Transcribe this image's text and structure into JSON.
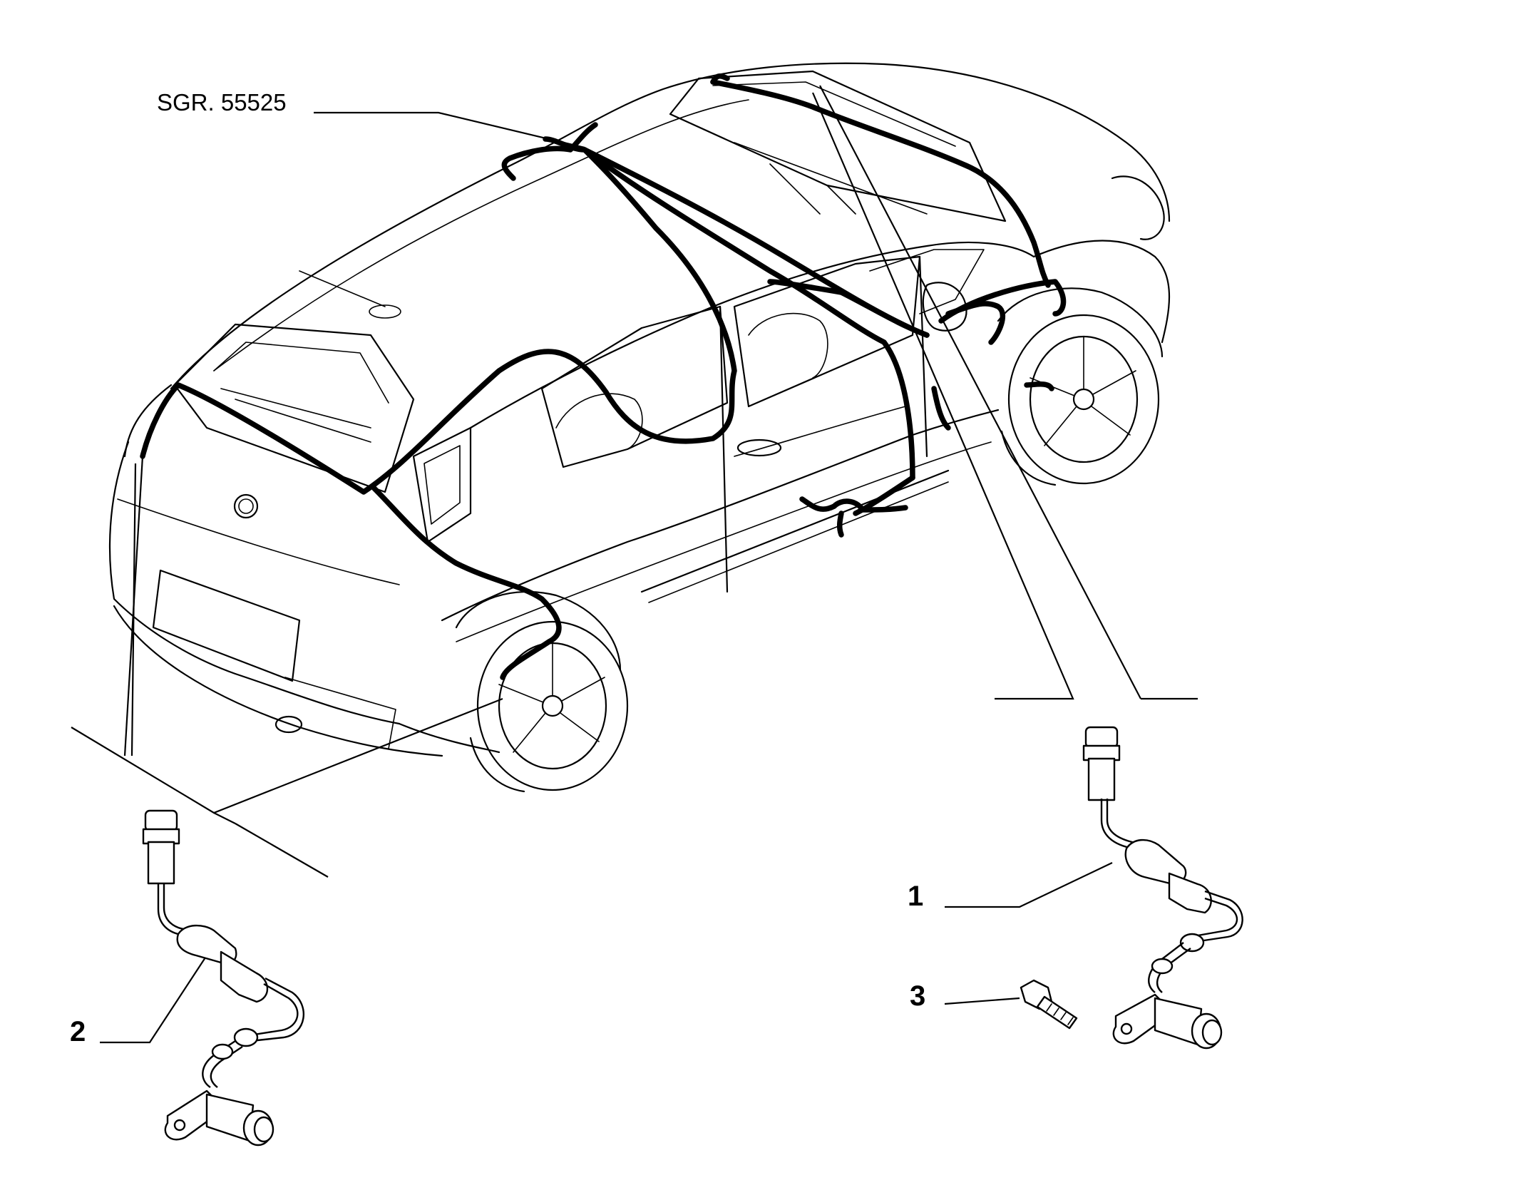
{
  "diagram": {
    "ref_label": "SGR. 55525",
    "callouts": [
      {
        "id": "1",
        "text": "1"
      },
      {
        "id": "2",
        "text": "2"
      },
      {
        "id": "3",
        "text": "3"
      }
    ],
    "parts": {
      "front_sensor": "ABS wheel speed sensor (front)",
      "rear_sensor": "ABS wheel speed sensor (rear)",
      "bolt": "bolt"
    },
    "colors": {
      "ink": "#000000",
      "paper": "#ffffff"
    }
  }
}
